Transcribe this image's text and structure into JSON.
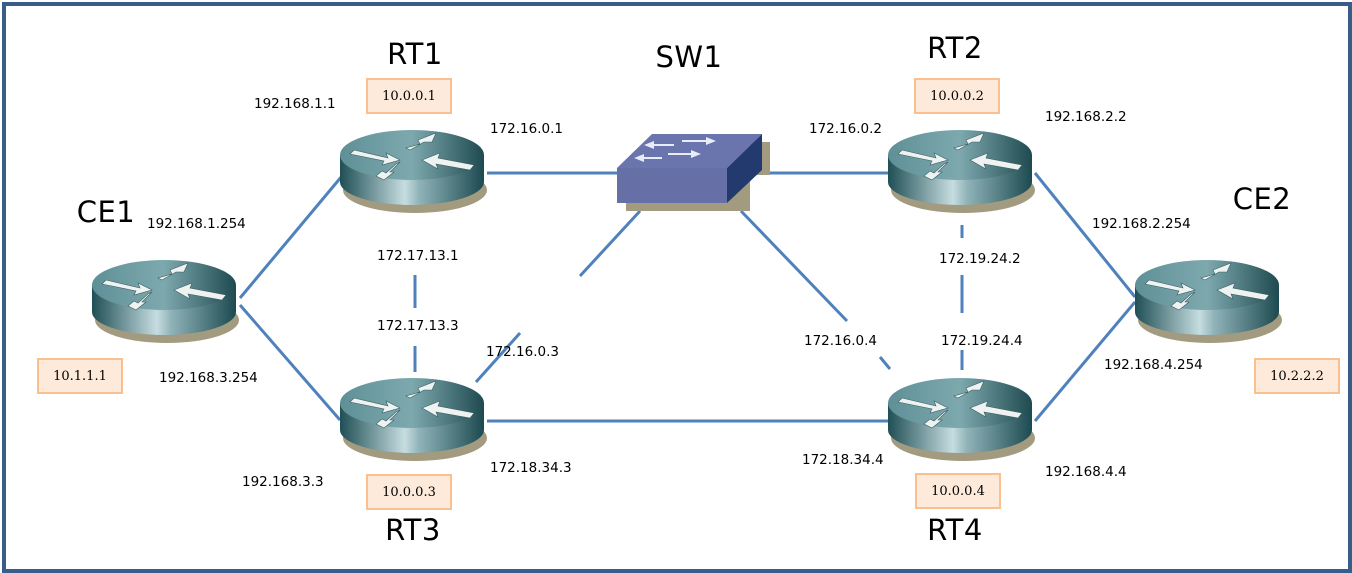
{
  "diagram": {
    "title": "",
    "border_color": "#385d8a",
    "link_color": "#4f81bd",
    "loopback_fill": "#fdeada",
    "loopback_border": "#fac090",
    "devices": [
      {
        "id": "CE1",
        "type": "router",
        "name": "CE1",
        "loopback": "10.1.1.1"
      },
      {
        "id": "RT1",
        "type": "router",
        "name": "RT1",
        "loopback": "10.0.0.1"
      },
      {
        "id": "RT2",
        "type": "router",
        "name": "RT2",
        "loopback": "10.0.0.2"
      },
      {
        "id": "RT3",
        "type": "router",
        "name": "RT3",
        "loopback": "10.0.0.3"
      },
      {
        "id": "RT4",
        "type": "router",
        "name": "RT4",
        "loopback": "10.0.0.4"
      },
      {
        "id": "CE2",
        "type": "router",
        "name": "CE2",
        "loopback": "10.2.2.2"
      },
      {
        "id": "SW1",
        "type": "switch",
        "name": "SW1"
      }
    ],
    "links": [
      {
        "a": "CE1",
        "b": "RT1",
        "a_ip": "192.168.1.254",
        "b_ip": "192.168.1.1"
      },
      {
        "a": "CE1",
        "b": "RT3",
        "a_ip": "192.168.3.254",
        "b_ip": "192.168.3.3"
      },
      {
        "a": "RT1",
        "b": "SW1",
        "a_ip": "172.16.0.1",
        "b_ip": ""
      },
      {
        "a": "RT2",
        "b": "SW1",
        "a_ip": "172.16.0.2",
        "b_ip": ""
      },
      {
        "a": "RT3",
        "b": "SW1",
        "a_ip": "172.16.0.3",
        "b_ip": ""
      },
      {
        "a": "RT4",
        "b": "SW1",
        "a_ip": "172.16.0.4",
        "b_ip": ""
      },
      {
        "a": "RT1",
        "b": "RT3",
        "a_ip": "172.17.13.1",
        "b_ip": "172.17.13.3"
      },
      {
        "a": "RT2",
        "b": "RT4",
        "a_ip": "172.19.24.2",
        "b_ip": "172.19.24.4"
      },
      {
        "a": "RT3",
        "b": "RT4",
        "a_ip": "172.18.34.3",
        "b_ip": "172.18.34.4"
      },
      {
        "a": "RT2",
        "b": "CE2",
        "a_ip": "192.168.2.2",
        "b_ip": "192.168.2.254"
      },
      {
        "a": "RT4",
        "b": "CE2",
        "a_ip": "192.168.4.4",
        "b_ip": "192.168.4.254"
      }
    ]
  }
}
